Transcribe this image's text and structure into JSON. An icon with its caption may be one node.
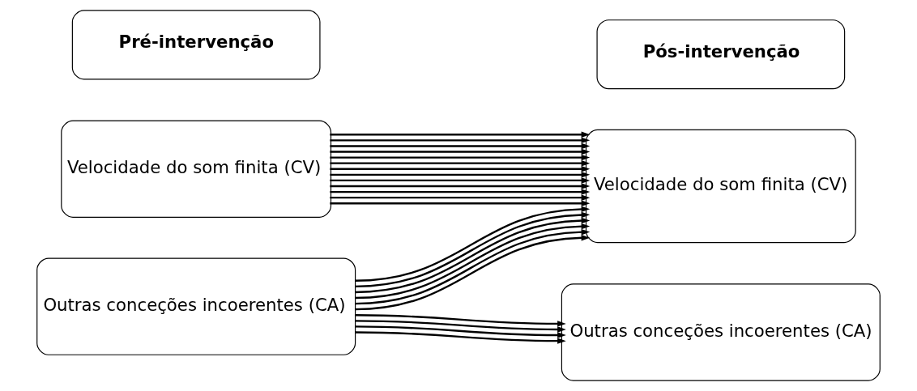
{
  "diagram": {
    "nodes": [
      {
        "text": [
          "Pré-intervenção"
        ]
      },
      {
        "text": [
          "Pós-intervenção"
        ]
      },
      {
        "text": [
          "Velocidade do som finita (CV)"
        ]
      },
      {
        "text": [
          "Outras conceções incoerentes (CA)"
        ]
      },
      {
        "text": [
          "Velocidade do som finita (CV)"
        ]
      },
      {
        "text": [
          "Outras conceções incoerentes (CA)"
        ]
      }
    ],
    "edges": [
      {
        "from": 2,
        "to": 4,
        "arrow": "to"
      },
      {
        "from": 2,
        "to": 4,
        "arrow": "to"
      },
      {
        "from": 2,
        "to": 4,
        "arrow": "to"
      },
      {
        "from": 2,
        "to": 4,
        "arrow": "to"
      },
      {
        "from": 2,
        "to": 4,
        "arrow": "to"
      },
      {
        "from": 2,
        "to": 4,
        "arrow": "to"
      },
      {
        "from": 2,
        "to": 4,
        "arrow": "to"
      },
      {
        "from": 2,
        "to": 4,
        "arrow": "to"
      },
      {
        "from": 2,
        "to": 4,
        "arrow": "to"
      },
      {
        "from": 2,
        "to": 4,
        "arrow": "to"
      },
      {
        "from": 2,
        "to": 4,
        "arrow": "to"
      },
      {
        "from": 2,
        "to": 4,
        "arrow": "to"
      },
      {
        "from": 2,
        "to": 4,
        "arrow": "to"
      },
      {
        "from": 3,
        "to": 4,
        "arrow": "to"
      },
      {
        "from": 3,
        "to": 4,
        "arrow": "to"
      },
      {
        "from": 3,
        "to": 4,
        "arrow": "to"
      },
      {
        "from": 3,
        "to": 4,
        "arrow": "to"
      },
      {
        "from": 3,
        "to": 4,
        "arrow": "to"
      },
      {
        "from": 3,
        "to": 4,
        "arrow": "to"
      },
      {
        "from": 3,
        "to": 5,
        "arrow": "to"
      },
      {
        "from": 3,
        "to": 5,
        "arrow": "to"
      },
      {
        "from": 3,
        "to": 5,
        "arrow": "to"
      },
      {
        "from": 3,
        "to": 5,
        "arrow": "to"
      }
    ]
  }
}
